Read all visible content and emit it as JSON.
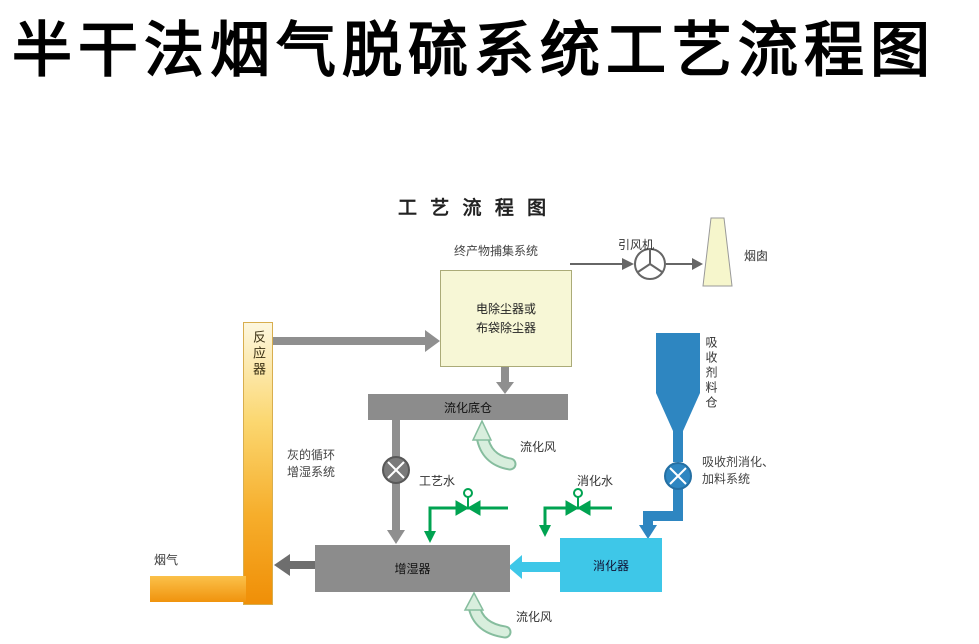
{
  "page_title": "半干法烟气脱硫系统工艺流程图",
  "diagram": {
    "title": "工 艺 流 程 图",
    "labels": {
      "product_capture": "终产物捕集系统",
      "fan": "引风机",
      "chimney": "烟囱",
      "esp_line1": "电除尘器或",
      "esp_line2": "布袋除尘器",
      "reactor": "反应器",
      "fluidized_bin": "流化底仓",
      "fluidizing_air_top": "流化风",
      "ash_recycle_line1": "灰的循环",
      "ash_recycle_line2": "增湿系统",
      "process_water": "工艺水",
      "slaking_water": "消化水",
      "humidifier": "增湿器",
      "slaker": "消化器",
      "absorbent_silo": "吸收剂料仓",
      "absorbent_system_line1": "吸收剂消化、",
      "absorbent_system_line2": "加料系统",
      "fluidizing_air_bottom": "流化风",
      "flue_gas": "烟气"
    },
    "colors": {
      "equipment_gray": "#8C8C8C",
      "esp_yellow": "#F7F7D6",
      "reactor_orange": "#F08F07",
      "flue_gas_orange": "#F6A21A",
      "silo_blue": "#2E86C1",
      "slaker_cyan": "#3EC7E8",
      "water_green": "#00A351",
      "air_pale_green": "#D8EEDD"
    }
  }
}
